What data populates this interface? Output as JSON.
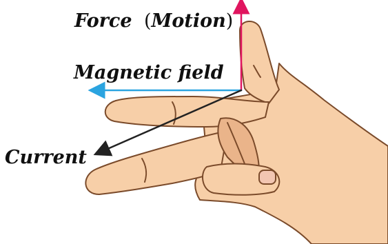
{
  "diagram": {
    "labels": {
      "force_prefix": "Force",
      "force_open_paren": "(",
      "force_motion": "Motion",
      "force_close_paren": ")",
      "magnetic_field": "Magnetic field",
      "current": "Current"
    },
    "colors": {
      "skin": "#f7cfa8",
      "skin_shadow": "#eab48a",
      "outline": "#7a4a2a",
      "nail": "#f2c6b2",
      "force_arrow": "#e0155f",
      "field_arrow": "#2ba4e0",
      "current_arrow": "#222222",
      "text": "#101010"
    }
  }
}
